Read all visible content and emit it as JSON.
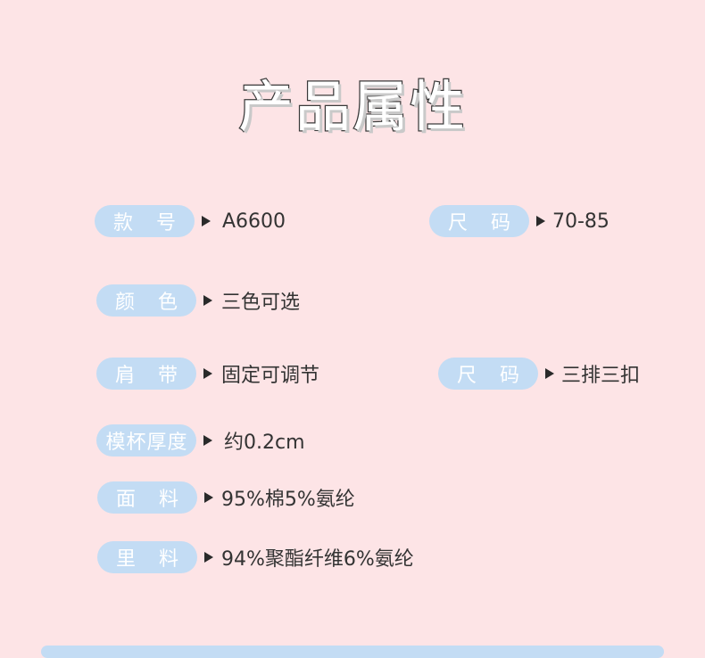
{
  "title": "产品属性",
  "attributes": [
    {
      "label": "款号",
      "value": "A6600"
    },
    {
      "label": "尺码",
      "value": "70-85"
    },
    {
      "label": "颜色",
      "value": "三色可选"
    },
    {
      "label": "肩带",
      "value": "固定可调节"
    },
    {
      "label": "尺码",
      "value": "三排三扣"
    },
    {
      "label": "模杯厚度",
      "value": "约0.2cm"
    },
    {
      "label": "面料",
      "value": "95%棉5%氨纶"
    },
    {
      "label": "里料",
      "value": "94%聚酯纤维6%氨纶"
    }
  ],
  "colors": {
    "background": "#fde4e6",
    "pill": "#c3dcf4",
    "pill_text": "#ffffff",
    "value_text": "#333333",
    "arrow": "#2a2a2a"
  },
  "icons": {
    "arrow": "triangle-right-icon"
  }
}
